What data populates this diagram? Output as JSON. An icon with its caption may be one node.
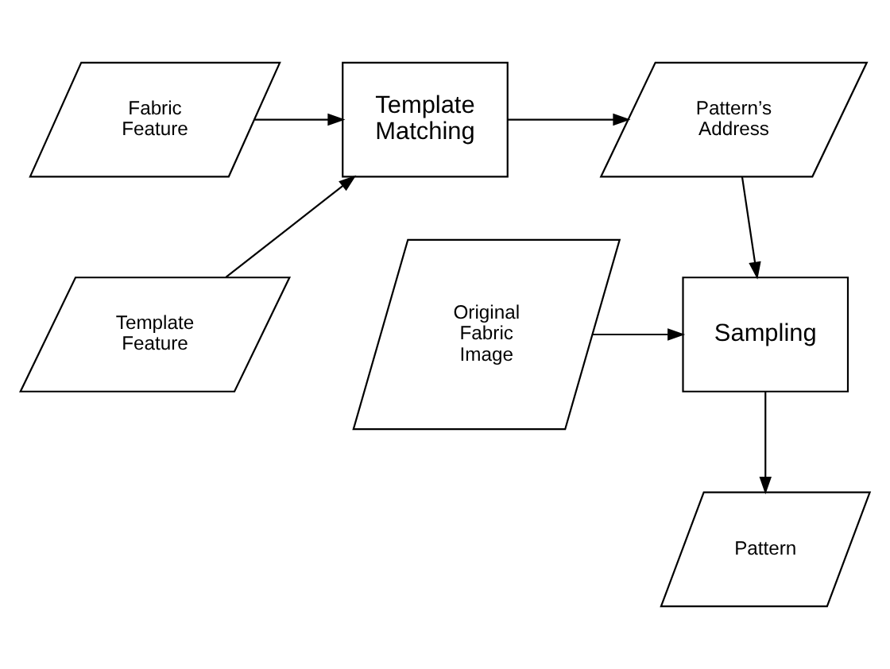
{
  "diagram": {
    "nodes": [
      {
        "text": [
          "Fabric Feature"
        ]
      },
      {
        "text": [
          "Template Feature"
        ]
      },
      {
        "text": [
          "Template Matching"
        ]
      },
      {
        "text": [
          "Pattern’s Address"
        ]
      },
      {
        "text": [
          "Original Fabric Image"
        ]
      },
      {
        "text": [
          "Sampling"
        ]
      },
      {
        "text": [
          "Pattern"
        ]
      }
    ],
    "edges": [
      {
        "from": 0,
        "to": 2,
        "arrow": "to"
      },
      {
        "from": 1,
        "to": 2,
        "arrow": "to"
      },
      {
        "from": 2,
        "to": 3,
        "arrow": "to"
      },
      {
        "from": 3,
        "to": 5,
        "arrow": "to"
      },
      {
        "from": 4,
        "to": 5,
        "arrow": "to"
      },
      {
        "from": 5,
        "to": 6,
        "arrow": "to"
      }
    ]
  }
}
